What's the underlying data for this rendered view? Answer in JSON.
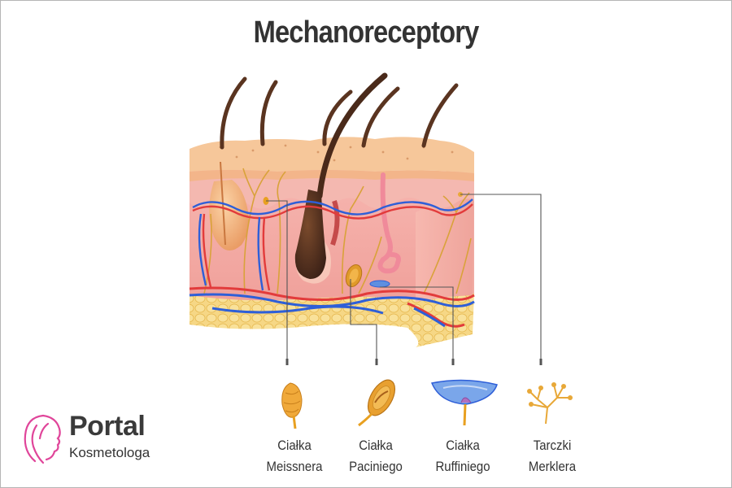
{
  "title": "Mechanoreceptory",
  "receptors": [
    {
      "id": "meissner",
      "line1": "Ciałka",
      "line2": "Meissnera",
      "color": "#e8a020"
    },
    {
      "id": "pacini",
      "line1": "Ciałka",
      "line2": "Paciniego",
      "color": "#e09a2a"
    },
    {
      "id": "ruffini",
      "line1": "Ciałka",
      "line2": "Ruffiniego",
      "color": "#4a7fd0"
    },
    {
      "id": "merkel",
      "line1": "Tarczki",
      "line2": "Merklera",
      "color": "#e8a838"
    }
  ],
  "logo": {
    "name": "Portal",
    "subtitle": "Kosmetologa",
    "color": "#e0459a"
  },
  "colors": {
    "epidermis": "#f6c79a",
    "dermis": "#f2a7a4",
    "fat": "#f3d27a",
    "artery": "#e23b3b",
    "vein": "#2e5fd8",
    "nerve": "#d9a23a"
  }
}
